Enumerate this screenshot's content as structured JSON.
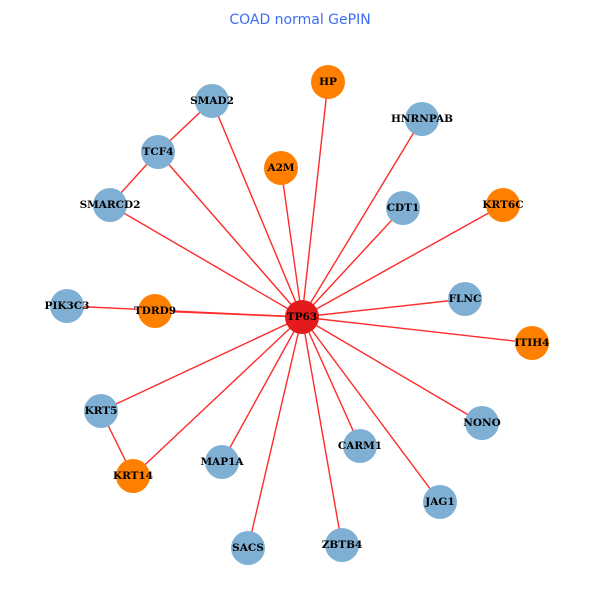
{
  "title": "COAD normal GePIN",
  "colors": {
    "hub": "#e41a1c",
    "orange": "#ff7f00",
    "blue": "#7fb0d3",
    "edge": "#ff2a2a",
    "title": "#3d6ef0"
  },
  "nodes": [
    {
      "id": "TP63",
      "group": "hub"
    },
    {
      "id": "HP",
      "group": "orange"
    },
    {
      "id": "SMAD2",
      "group": "blue"
    },
    {
      "id": "HNRNPAB",
      "group": "blue"
    },
    {
      "id": "TCF4",
      "group": "blue"
    },
    {
      "id": "A2M",
      "group": "orange"
    },
    {
      "id": "SMARCD2",
      "group": "blue"
    },
    {
      "id": "CDT1",
      "group": "blue"
    },
    {
      "id": "KRT6C",
      "group": "orange"
    },
    {
      "id": "PIK3C3",
      "group": "blue"
    },
    {
      "id": "TDRD9",
      "group": "orange"
    },
    {
      "id": "FLNC",
      "group": "blue"
    },
    {
      "id": "ITIH4",
      "group": "orange"
    },
    {
      "id": "KRT5",
      "group": "blue"
    },
    {
      "id": "NONO",
      "group": "blue"
    },
    {
      "id": "KRT14",
      "group": "orange"
    },
    {
      "id": "MAP1A",
      "group": "blue"
    },
    {
      "id": "CARM1",
      "group": "blue"
    },
    {
      "id": "JAG1",
      "group": "blue"
    },
    {
      "id": "SACS",
      "group": "blue"
    },
    {
      "id": "ZBTB4",
      "group": "blue"
    }
  ],
  "edges": [
    [
      "TP63",
      "HP"
    ],
    [
      "TP63",
      "SMAD2"
    ],
    [
      "TP63",
      "HNRNPAB"
    ],
    [
      "TP63",
      "TCF4"
    ],
    [
      "TP63",
      "A2M"
    ],
    [
      "TP63",
      "SMARCD2"
    ],
    [
      "TP63",
      "CDT1"
    ],
    [
      "TP63",
      "KRT6C"
    ],
    [
      "TP63",
      "PIK3C3"
    ],
    [
      "TP63",
      "TDRD9"
    ],
    [
      "TP63",
      "FLNC"
    ],
    [
      "TP63",
      "ITIH4"
    ],
    [
      "TP63",
      "KRT5"
    ],
    [
      "TP63",
      "NONO"
    ],
    [
      "TP63",
      "KRT14"
    ],
    [
      "TP63",
      "MAP1A"
    ],
    [
      "TP63",
      "CARM1"
    ],
    [
      "TP63",
      "JAG1"
    ],
    [
      "TP63",
      "SACS"
    ],
    [
      "TP63",
      "ZBTB4"
    ],
    [
      "SMAD2",
      "TCF4"
    ],
    [
      "TCF4",
      "SMARCD2"
    ],
    [
      "KRT5",
      "KRT14"
    ]
  ]
}
